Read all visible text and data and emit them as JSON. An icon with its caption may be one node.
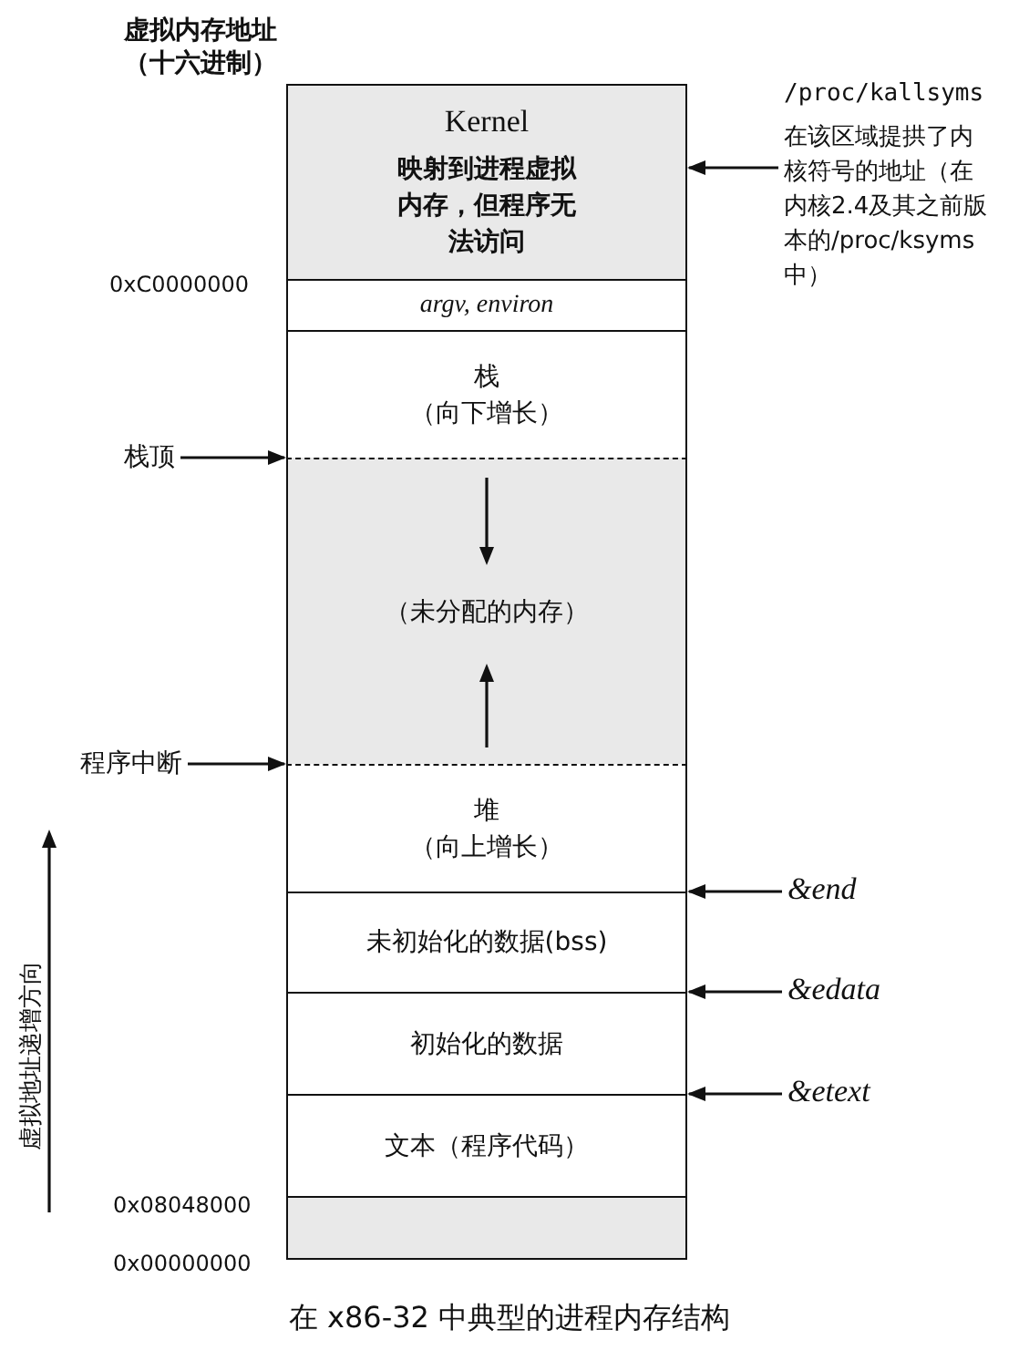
{
  "diagram": {
    "caption": "在 x86-32 中典型的进程内存结构",
    "nodes": [
      {
        "text": [
          "Kernel",
          "映射到进程虚拟内存，但程序无法访问"
        ]
      },
      {
        "text": [
          "argv, environ"
        ]
      },
      {
        "text": [
          "栈",
          "（向下增长）"
        ]
      },
      {
        "text": [
          "（未分配的内存）"
        ]
      },
      {
        "text": [
          "堆",
          "（向上增长）"
        ]
      },
      {
        "text": [
          "未初始化的数据(bss)"
        ]
      },
      {
        "text": [
          "初始化的数据"
        ]
      },
      {
        "text": [
          "文本（程序代码）"
        ]
      },
      {
        "text": [],
        "shape": "box"
      },
      {
        "text": [
          "/proc/kallsyms",
          "在该区域提拱了内核符号的地址（在内核2.4及其之前版本的/proc/ksyms中）"
        ]
      },
      {
        "text": [
          "栈顶"
        ]
      },
      {
        "text": [
          "程序中断"
        ]
      },
      {
        "text": [
          "&end"
        ]
      },
      {
        "text": [
          "&edata"
        ]
      },
      {
        "text": [
          "&etext"
        ]
      }
    ],
    "edges": [
      {
        "from": 9,
        "to": 0,
        "arrow": "to"
      },
      {
        "from": 10,
        "to": 3,
        "arrow": "to"
      },
      {
        "from": 11,
        "to": 4,
        "arrow": "to"
      },
      {
        "from": 12,
        "to": 5,
        "arrow": "to"
      },
      {
        "from": 13,
        "to": 6,
        "arrow": "to"
      },
      {
        "from": 14,
        "to": 7,
        "arrow": "to"
      }
    ],
    "labels": [
      "虚拟内存地址（十六进制）",
      "0xC0000000",
      "0x08048000",
      "0x00000000",
      "虚拟地址递增方向"
    ]
  }
}
